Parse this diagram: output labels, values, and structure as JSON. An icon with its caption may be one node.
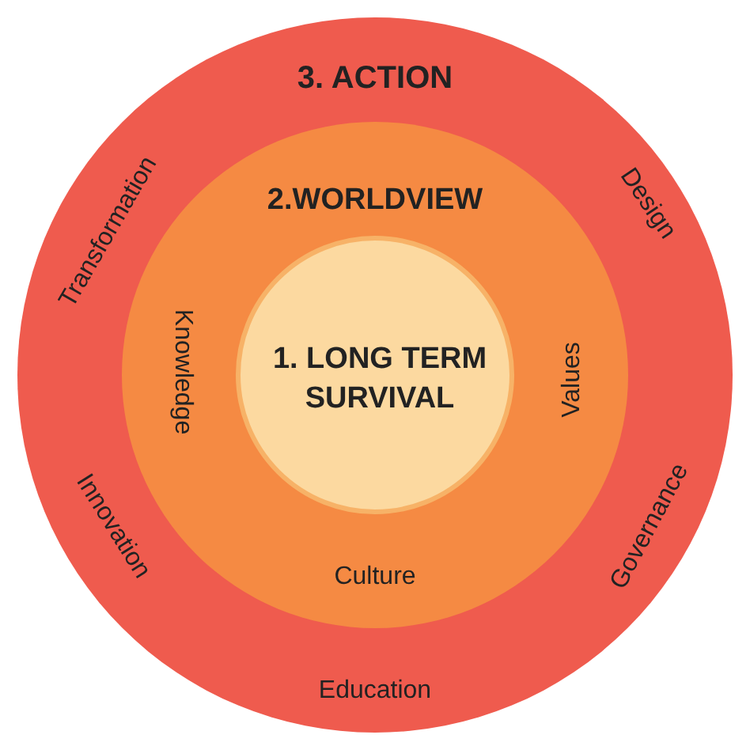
{
  "diagram": {
    "nodes": [
      {
        "text": [
          "3. ACTION",
          "Transformation",
          "Design",
          "Innovation",
          "Governance",
          "Education"
        ]
      },
      {
        "text": [
          "2.WORLDVIEW",
          "Knowledge",
          "Values",
          "Culture"
        ],
        "in": 0
      },
      {
        "text": [
          "1. LONG TERM SURVIVAL"
        ],
        "in": 1
      }
    ]
  }
}
